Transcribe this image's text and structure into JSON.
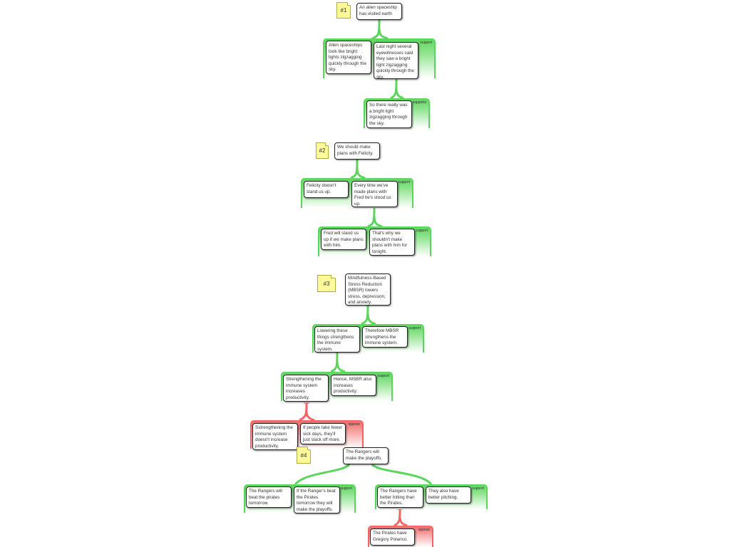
{
  "colors": {
    "support": "#5bd55b",
    "oppose": "#f26464",
    "note": "#fdfa9a"
  },
  "maps": [
    {
      "note": "#1",
      "claim": "An alien spaceship has visited earth",
      "groups": [
        {
          "label": "support",
          "boxes": [
            "Alien spaceships look like bright lights zigzagging quickly through the sky.",
            "Last night several eyewitnesses said they saw a bright light zigzagging quickly through the sky."
          ]
        },
        {
          "label": "supports",
          "boxes": [
            "So there really was a bright light zigzagging through the sky."
          ]
        }
      ]
    },
    {
      "note": "#2",
      "claim": "We should make plans with Felicity.",
      "groups": [
        {
          "label": "support",
          "boxes": [
            "Felicity doesn't stand us up.",
            "Every time we've made plans with Fred he's stood us up."
          ]
        },
        {
          "label": "support",
          "boxes": [
            "Fred will stand us up if we make plans with him.",
            "That's why we shouldn't make plans with him for tonight."
          ]
        }
      ]
    },
    {
      "note": "#3",
      "claim": "Mindfulness-Based Stress Reduction (MBSR) lowers stress, depression, and anxiety.",
      "groups": [
        {
          "label": "support",
          "boxes": [
            "Lowering these things strengthens the immune system.",
            "Therefore MBSR strengthens the immune system."
          ]
        },
        {
          "label": "support",
          "boxes": [
            "Strengthening the immune system increases productivity.",
            "Hence, MSBR also increases productivity."
          ]
        },
        {
          "label": "oppose",
          "boxes": [
            "Sstrengthening the immune system doesn't increase productivity.",
            "If people take fewer sick days, they'll just slack off more."
          ]
        }
      ]
    },
    {
      "note": "#4",
      "claim": "The Rangers will make the playoffs.",
      "groups": [
        {
          "label": "support",
          "boxes": [
            "The Rangers will beat the pirates tomorrow.",
            "If the Ranger's beat the Pirates tomorrow they will make the playoffs."
          ]
        },
        {
          "label": "support",
          "boxes": [
            "The Rangers have better hitting than the Pirates.",
            "They also have better pitching."
          ]
        },
        {
          "label": "oppose",
          "boxes": [
            "The Pirates have Gregory Polanco."
          ]
        }
      ]
    }
  ]
}
